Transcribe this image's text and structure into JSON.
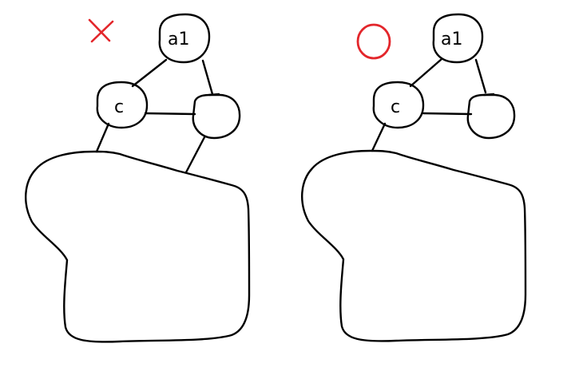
{
  "colors": {
    "ink": "#000000",
    "mark_wrong": "#e3262b",
    "mark_right": "#e3262b"
  },
  "panels": [
    {
      "id": "left",
      "mark": "cross",
      "nodes": {
        "top_label": "a1",
        "left_label": "c",
        "right_label": ""
      }
    },
    {
      "id": "right",
      "mark": "circle",
      "nodes": {
        "top_label": "a1",
        "left_label": "c",
        "right_label": ""
      }
    }
  ]
}
